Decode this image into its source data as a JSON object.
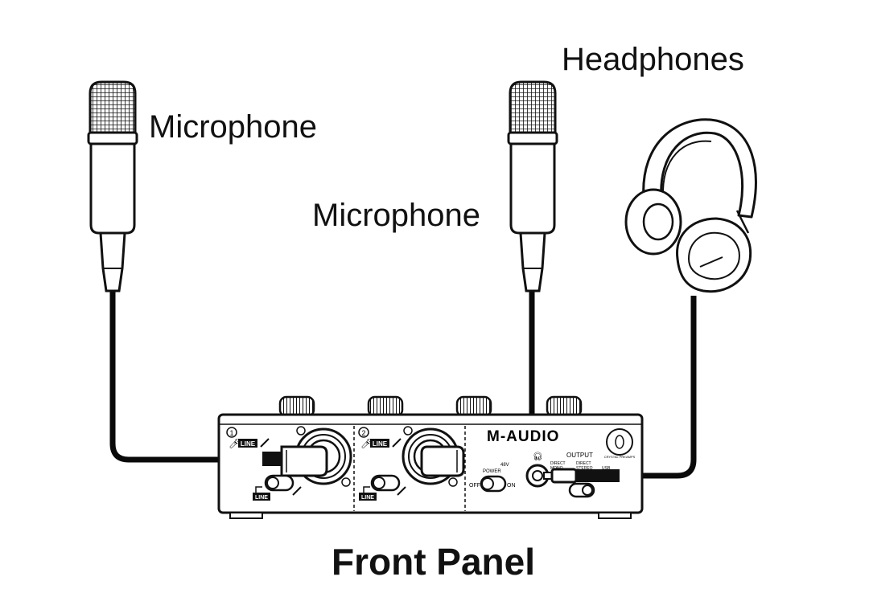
{
  "labels": {
    "mic_left": "Microphone",
    "mic_right": "Microphone",
    "headphones": "Headphones",
    "title": "Front Panel"
  },
  "panel": {
    "brand": "M-AUDIO",
    "channel1_number": "1",
    "channel2_number": "2",
    "line_label": "LINE",
    "phantom_label": "48V",
    "power_label": "POWER",
    "off_label": "OFF",
    "on_label": "ON",
    "output_label": "OUTPUT",
    "direct_mono_line1": "DIRECT",
    "direct_mono_line2": "MONO",
    "direct_stereo_line1": "DIRECT",
    "direct_stereo_line2": "STEREO",
    "usb_label": "USB",
    "badge_text": "CRYSTAL PREAMPS"
  },
  "colors": {
    "ink": "#111111",
    "cable": "#0a0a0a",
    "body_fill": "#ffffff"
  }
}
